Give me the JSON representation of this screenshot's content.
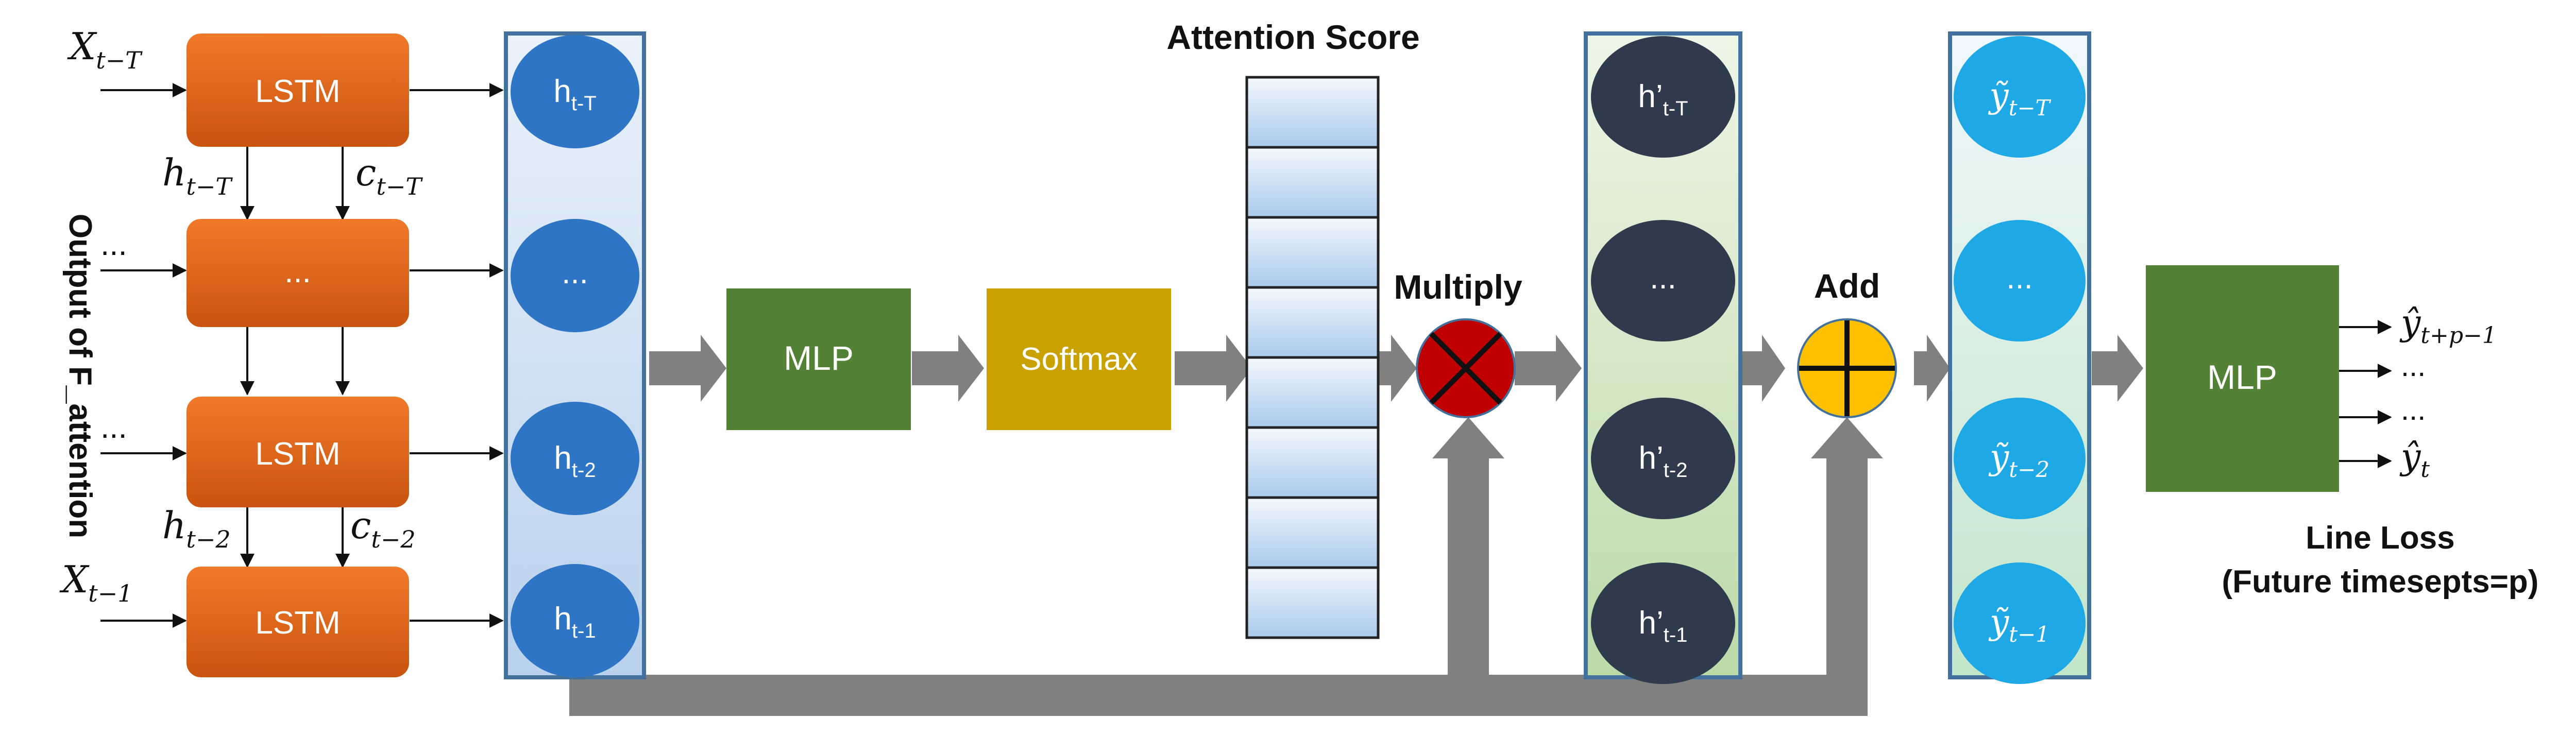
{
  "side_label": "Output of F_attention",
  "lstm_blocks": [
    {
      "label": "LSTM",
      "input": "X",
      "input_sub": "t−T"
    },
    {
      "label": "...",
      "input": "...",
      "input_sub": ""
    },
    {
      "label": "LSTM",
      "input": "...",
      "input_sub": ""
    },
    {
      "label": "LSTM",
      "input": "X",
      "input_sub": "t−1"
    }
  ],
  "lstm_links": [
    {
      "h": "h",
      "h_sub": "t−T",
      "c": "c",
      "c_sub": "t−T"
    },
    {
      "h": "h",
      "h_sub": "t−2",
      "c": "c",
      "c_sub": "t−2"
    }
  ],
  "hidden_states": [
    {
      "label": "h",
      "sub": "t-T"
    },
    {
      "label": "...",
      "sub": ""
    },
    {
      "label": "h",
      "sub": "t-2"
    },
    {
      "label": "h",
      "sub": "t-1"
    }
  ],
  "mlp1": "MLP",
  "softmax": "Softmax",
  "attention_title": "Attention Score",
  "multiply_label": "Multiply",
  "weighted_states": [
    {
      "label": "h’",
      "sub": "t-T"
    },
    {
      "label": "...",
      "sub": ""
    },
    {
      "label": "h’",
      "sub": "t-2"
    },
    {
      "label": "h’",
      "sub": "t-1"
    }
  ],
  "add_label": "Add",
  "output_states": [
    {
      "label": "ỹ",
      "sub": "t−T"
    },
    {
      "label": "...",
      "sub": ""
    },
    {
      "label": "ỹ",
      "sub": "t−2"
    },
    {
      "label": "ỹ",
      "sub": "t−1"
    }
  ],
  "mlp2": "MLP",
  "predictions": [
    {
      "label": "ŷ",
      "sub": "t+p−1"
    },
    {
      "label": "...",
      "sub": ""
    },
    {
      "label": "...",
      "sub": ""
    },
    {
      "label": "ŷ",
      "sub": "t"
    }
  ],
  "loss_title": "Line Loss",
  "loss_subtitle": "(Future timesepts=p)",
  "colors": {
    "lstm": "#e2611a",
    "hidden": "#2f75c5",
    "column_blue": "#dbe8f6",
    "column_green": "#d5e8c8",
    "column_cyan": "#d9ecf7",
    "mlp": "#538135",
    "softmax": "#c9a100",
    "multiply": "#c00000",
    "add": "#ffc000",
    "dark_node": "#2f3b4c",
    "cyan_node": "#1ea8e6",
    "arrow": "#808080",
    "frame": "#41719c"
  }
}
